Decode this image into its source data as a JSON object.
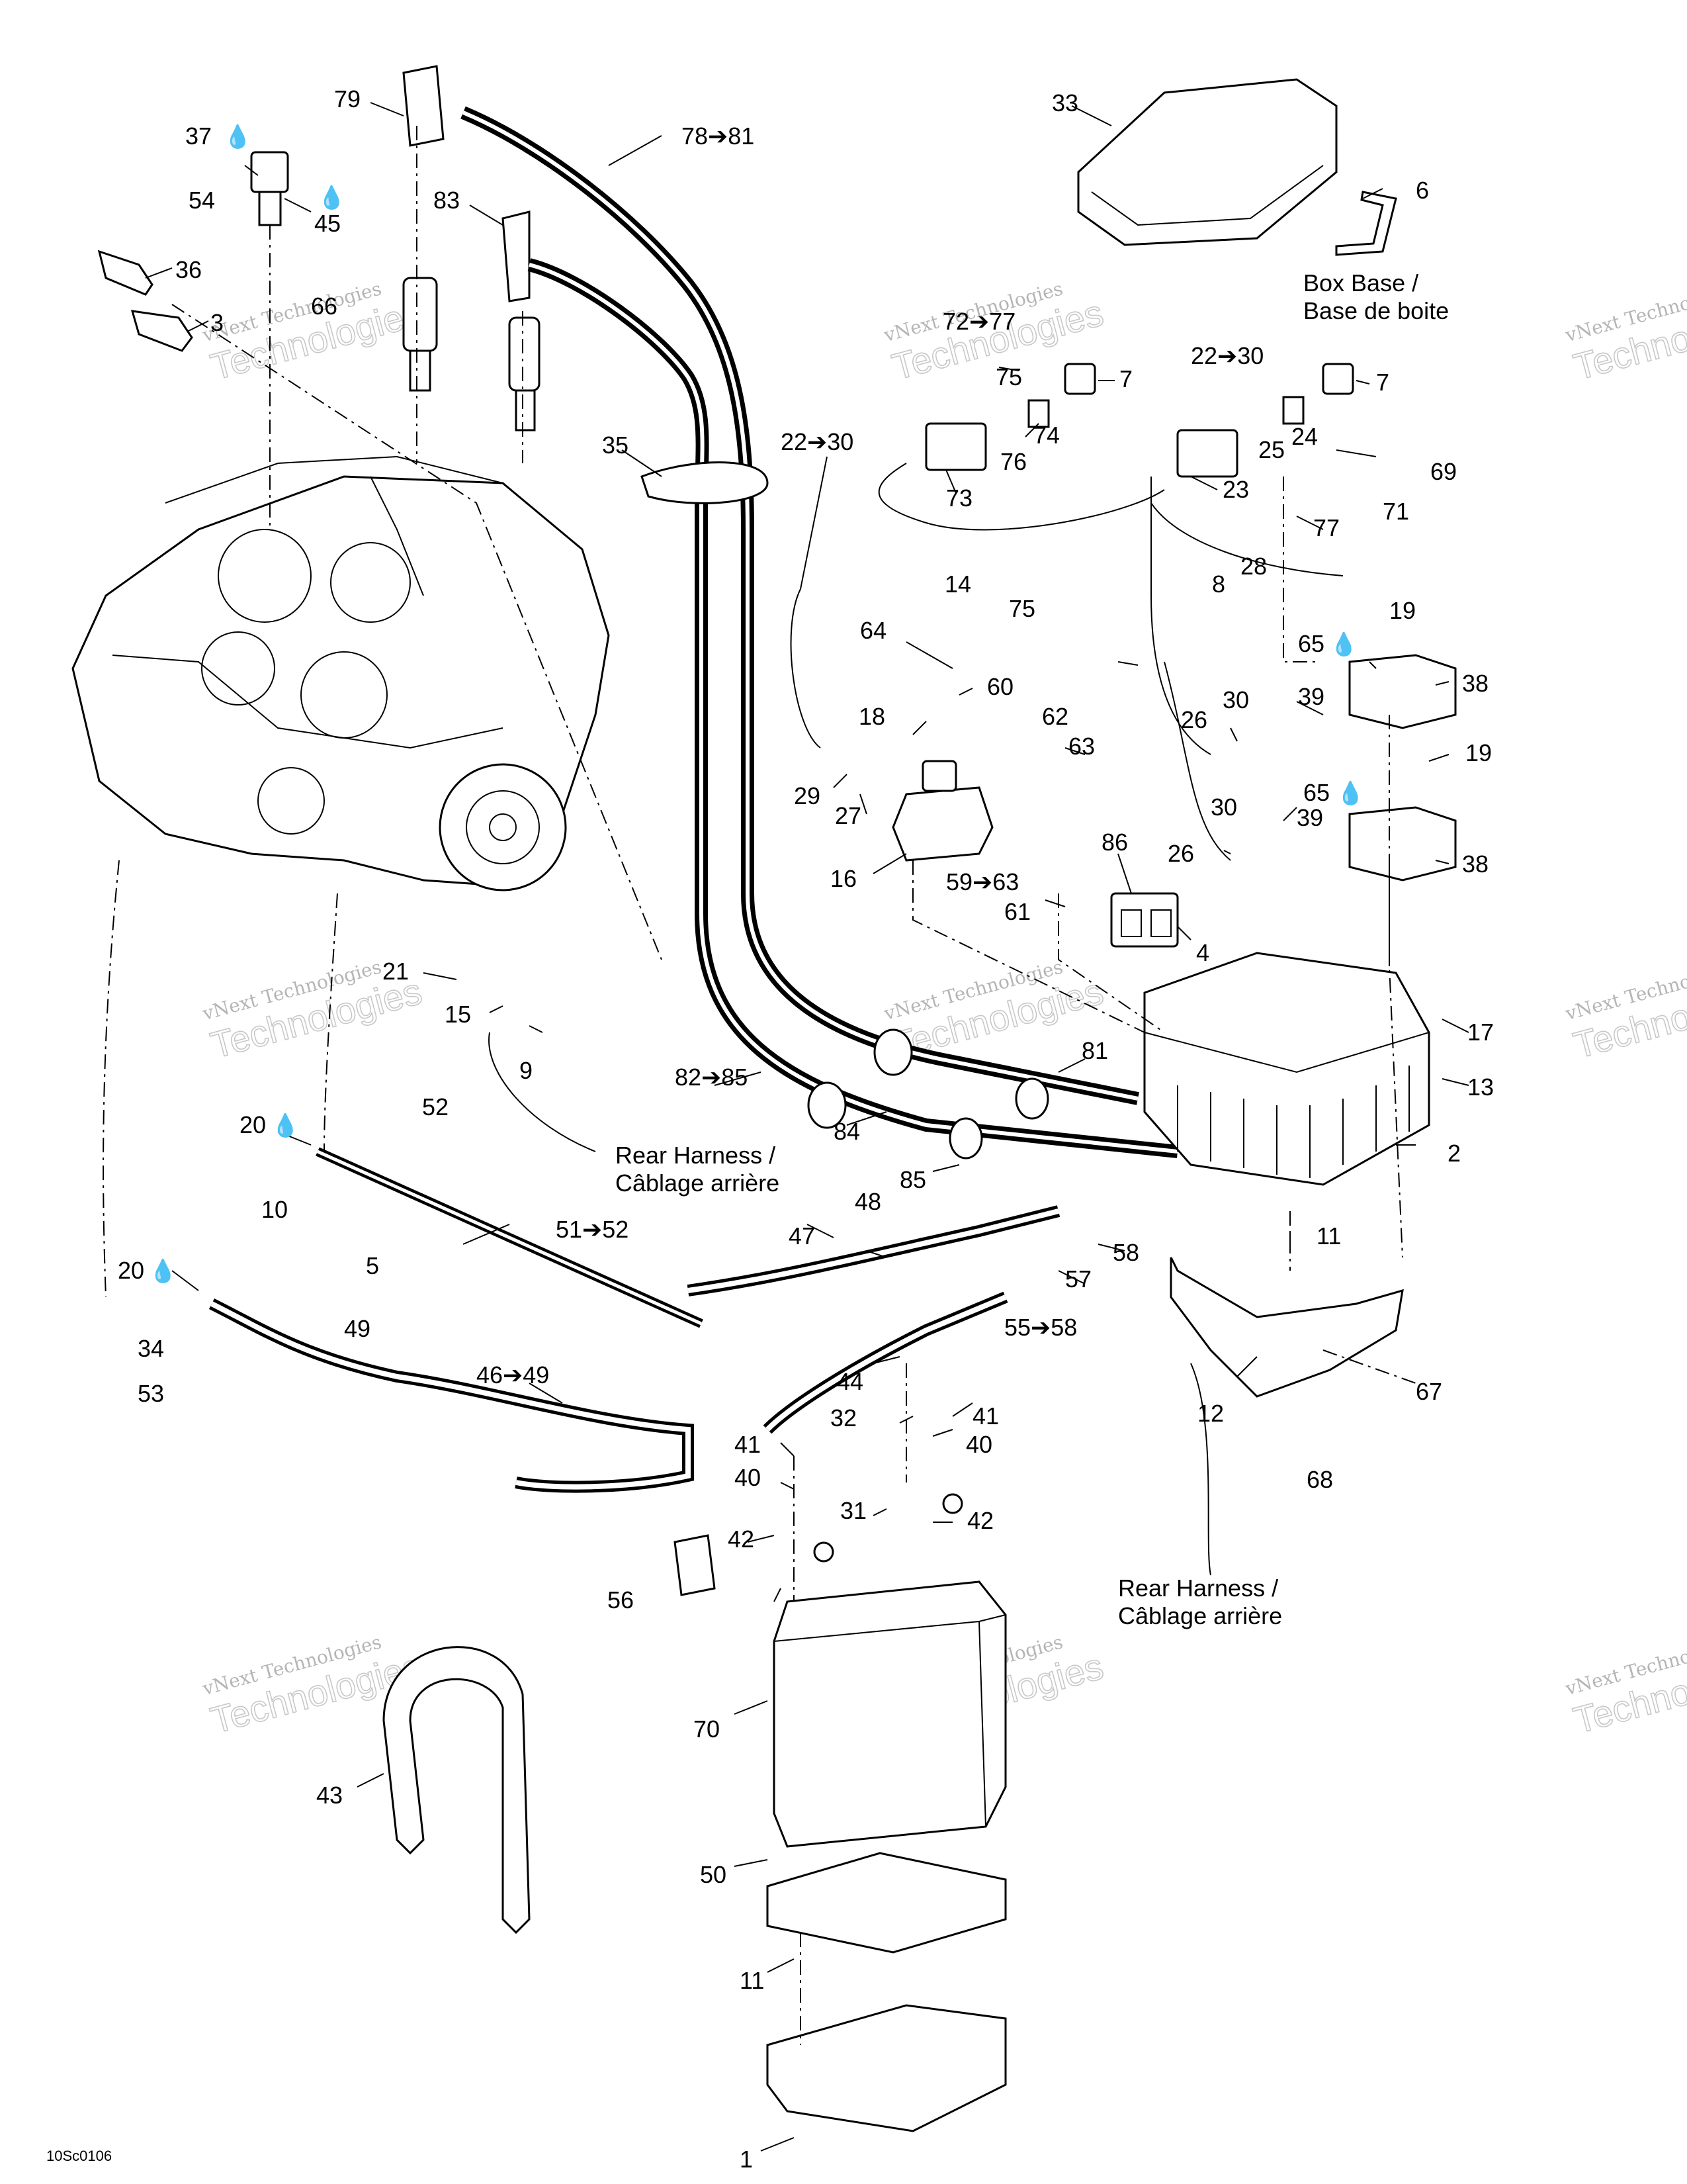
{
  "diagram": {
    "reference_code": "10Sc0106",
    "watermark": {
      "line1": "vNext Technologies",
      "line2": "Technologies"
    },
    "notes": {
      "box_base": [
        "Box Base /",
        "Base de boite"
      ],
      "rear_harness_left": [
        "Rear Harness /",
        "Câblage arrière"
      ],
      "rear_harness_right": [
        "Rear Harness /",
        "Câblage arrière"
      ]
    },
    "callouts": [
      {
        "id": "c79",
        "text": "79"
      },
      {
        "id": "c78_81",
        "text": "78➔81"
      },
      {
        "id": "c37",
        "text": "37"
      },
      {
        "id": "c54",
        "text": "54"
      },
      {
        "id": "c45",
        "text": "45"
      },
      {
        "id": "c83",
        "text": "83"
      },
      {
        "id": "c36",
        "text": "36"
      },
      {
        "id": "c66",
        "text": "66"
      },
      {
        "id": "c3",
        "text": "3"
      },
      {
        "id": "c33",
        "text": "33"
      },
      {
        "id": "c6",
        "text": "6"
      },
      {
        "id": "c72_77",
        "text": "72➔77"
      },
      {
        "id": "c75a",
        "text": "75"
      },
      {
        "id": "c7a",
        "text": "7"
      },
      {
        "id": "c74",
        "text": "74"
      },
      {
        "id": "c76",
        "text": "76"
      },
      {
        "id": "c73",
        "text": "73"
      },
      {
        "id": "c22_30a",
        "text": "22➔30"
      },
      {
        "id": "c7b",
        "text": "7"
      },
      {
        "id": "c24",
        "text": "24"
      },
      {
        "id": "c25",
        "text": "25"
      },
      {
        "id": "c69",
        "text": "69"
      },
      {
        "id": "c23",
        "text": "23"
      },
      {
        "id": "c71",
        "text": "71"
      },
      {
        "id": "c77",
        "text": "77"
      },
      {
        "id": "c28",
        "text": "28"
      },
      {
        "id": "c8",
        "text": "8"
      },
      {
        "id": "c35",
        "text": "35"
      },
      {
        "id": "c22_30b",
        "text": "22➔30"
      },
      {
        "id": "c14",
        "text": "14"
      },
      {
        "id": "c19a",
        "text": "19"
      },
      {
        "id": "c65a",
        "text": "65"
      },
      {
        "id": "c75b",
        "text": "75"
      },
      {
        "id": "c64",
        "text": "64"
      },
      {
        "id": "c60",
        "text": "60"
      },
      {
        "id": "c39a",
        "text": "39"
      },
      {
        "id": "c38a",
        "text": "38"
      },
      {
        "id": "c30a",
        "text": "30"
      },
      {
        "id": "c18",
        "text": "18"
      },
      {
        "id": "c62",
        "text": "62"
      },
      {
        "id": "c26a",
        "text": "26"
      },
      {
        "id": "c63",
        "text": "63"
      },
      {
        "id": "c19b",
        "text": "19"
      },
      {
        "id": "c29",
        "text": "29"
      },
      {
        "id": "c27",
        "text": "27"
      },
      {
        "id": "c65b",
        "text": "65"
      },
      {
        "id": "c30b",
        "text": "30"
      },
      {
        "id": "c39b",
        "text": "39"
      },
      {
        "id": "c26b",
        "text": "26"
      },
      {
        "id": "c38b",
        "text": "38"
      },
      {
        "id": "c86",
        "text": "86"
      },
      {
        "id": "c16",
        "text": "16"
      },
      {
        "id": "c59_63",
        "text": "59➔63"
      },
      {
        "id": "c61",
        "text": "61"
      },
      {
        "id": "c4",
        "text": "4"
      },
      {
        "id": "c21",
        "text": "21"
      },
      {
        "id": "c15",
        "text": "15"
      },
      {
        "id": "c9",
        "text": "9"
      },
      {
        "id": "c81",
        "text": "81"
      },
      {
        "id": "c17",
        "text": "17"
      },
      {
        "id": "c13",
        "text": "13"
      },
      {
        "id": "c82_85",
        "text": "82➔85"
      },
      {
        "id": "c20a",
        "text": "20"
      },
      {
        "id": "c52",
        "text": "52"
      },
      {
        "id": "c84",
        "text": "84"
      },
      {
        "id": "c2",
        "text": "2"
      },
      {
        "id": "c85",
        "text": "85"
      },
      {
        "id": "c10",
        "text": "10"
      },
      {
        "id": "c48",
        "text": "48"
      },
      {
        "id": "c51_52",
        "text": "51➔52"
      },
      {
        "id": "c5",
        "text": "5"
      },
      {
        "id": "c47",
        "text": "47"
      },
      {
        "id": "c11a",
        "text": "11"
      },
      {
        "id": "c58",
        "text": "58"
      },
      {
        "id": "c20b",
        "text": "20"
      },
      {
        "id": "c57",
        "text": "57"
      },
      {
        "id": "c49",
        "text": "49"
      },
      {
        "id": "c55_58",
        "text": "55➔58"
      },
      {
        "id": "c34",
        "text": "34"
      },
      {
        "id": "c46_49",
        "text": "46➔49"
      },
      {
        "id": "c53",
        "text": "53"
      },
      {
        "id": "c44",
        "text": "44"
      },
      {
        "id": "c67",
        "text": "67"
      },
      {
        "id": "c32",
        "text": "32"
      },
      {
        "id": "c41a",
        "text": "41"
      },
      {
        "id": "c12",
        "text": "12"
      },
      {
        "id": "c41b",
        "text": "41"
      },
      {
        "id": "c40a",
        "text": "40"
      },
      {
        "id": "c40b",
        "text": "40"
      },
      {
        "id": "c68",
        "text": "68"
      },
      {
        "id": "c31",
        "text": "31"
      },
      {
        "id": "c42a",
        "text": "42"
      },
      {
        "id": "c42b",
        "text": "42"
      },
      {
        "id": "c56",
        "text": "56"
      },
      {
        "id": "c70",
        "text": "70"
      },
      {
        "id": "c43",
        "text": "43"
      },
      {
        "id": "c50",
        "text": "50"
      },
      {
        "id": "c11b",
        "text": "11"
      },
      {
        "id": "c1",
        "text": "1"
      }
    ]
  }
}
